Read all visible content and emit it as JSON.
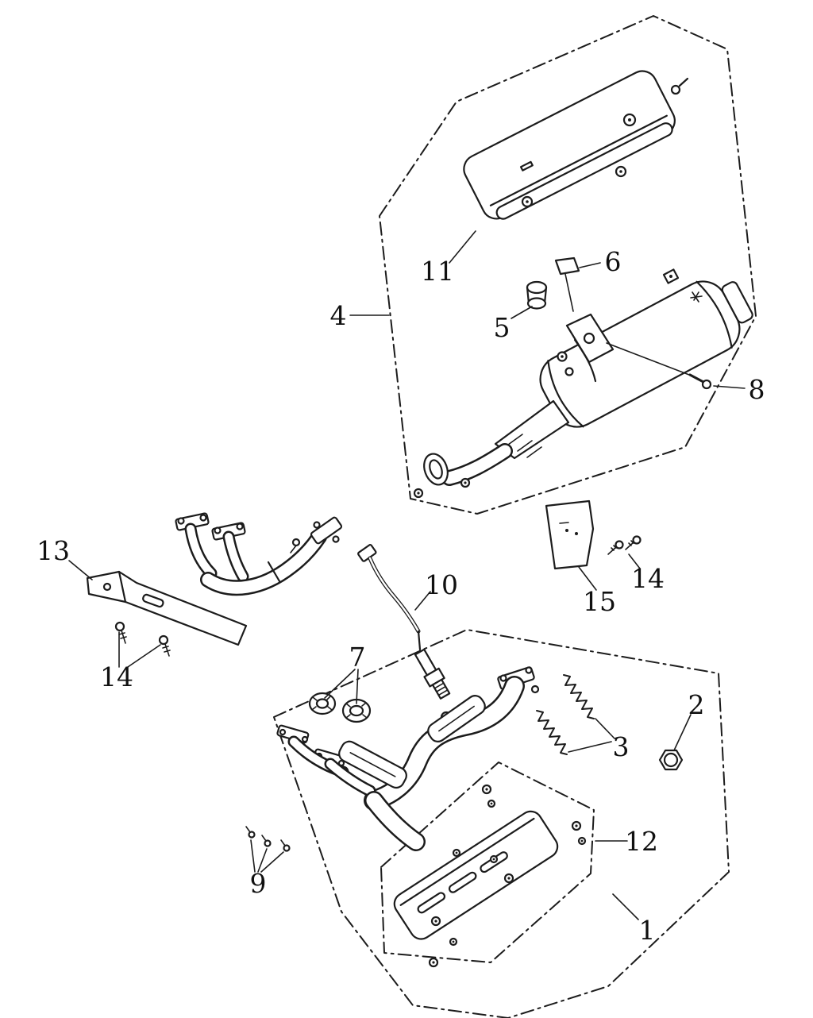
{
  "diagram": {
    "background_color": "#ffffff",
    "line_color": "#1c1c1c"
  },
  "callouts": [
    {
      "label": "11"
    },
    {
      "label": "4"
    },
    {
      "label": "6"
    },
    {
      "label": "5"
    },
    {
      "label": "8"
    },
    {
      "label": "13"
    },
    {
      "label": "14"
    },
    {
      "label": "10"
    },
    {
      "label": "7"
    },
    {
      "label": "15"
    },
    {
      "label": "14"
    },
    {
      "label": "2"
    },
    {
      "label": "3"
    },
    {
      "label": "12"
    },
    {
      "label": "1"
    },
    {
      "label": "9"
    }
  ]
}
